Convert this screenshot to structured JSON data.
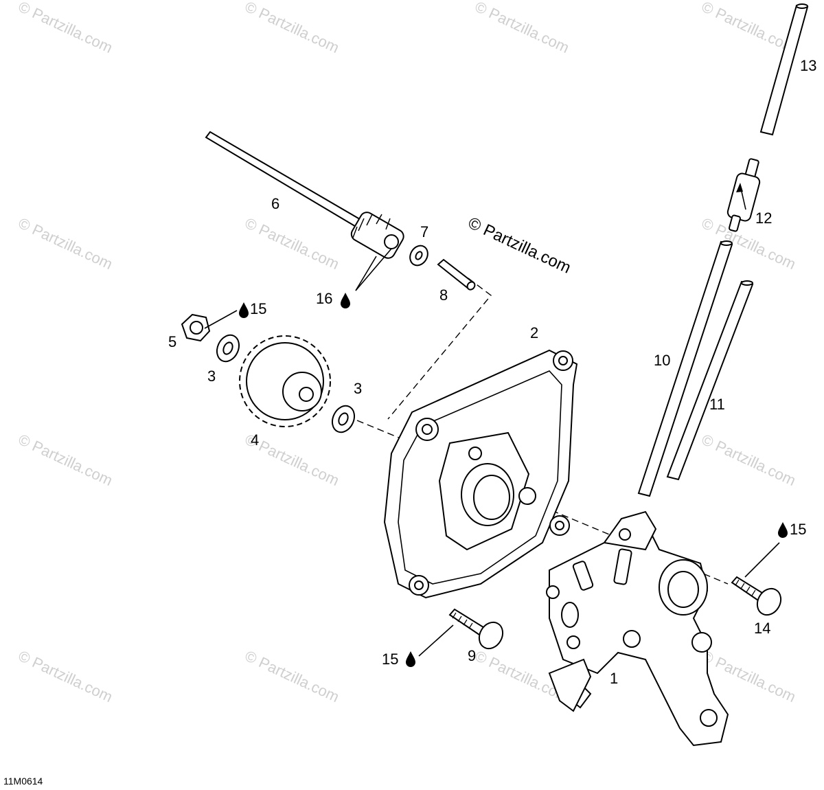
{
  "diagram": {
    "reference_code": "11M0614",
    "watermark": "© Partzilla.com",
    "watermark_repeat": "© Partzilla.com",
    "callouts": {
      "pump": "1",
      "cover": "2",
      "washer_a": "3",
      "washer_b": "3",
      "gear": "4",
      "nut": "5",
      "shaft": "6",
      "washer_small": "7",
      "pin": "8",
      "screw_9": "9",
      "hose_10": "10",
      "hose_11": "11",
      "filter": "12",
      "hose_13": "13",
      "screw_14": "14",
      "adhesive_nut": "15",
      "adhesive_screw_9": "15",
      "adhesive_screw_14": "15",
      "lubricant_gear": "16"
    }
  }
}
